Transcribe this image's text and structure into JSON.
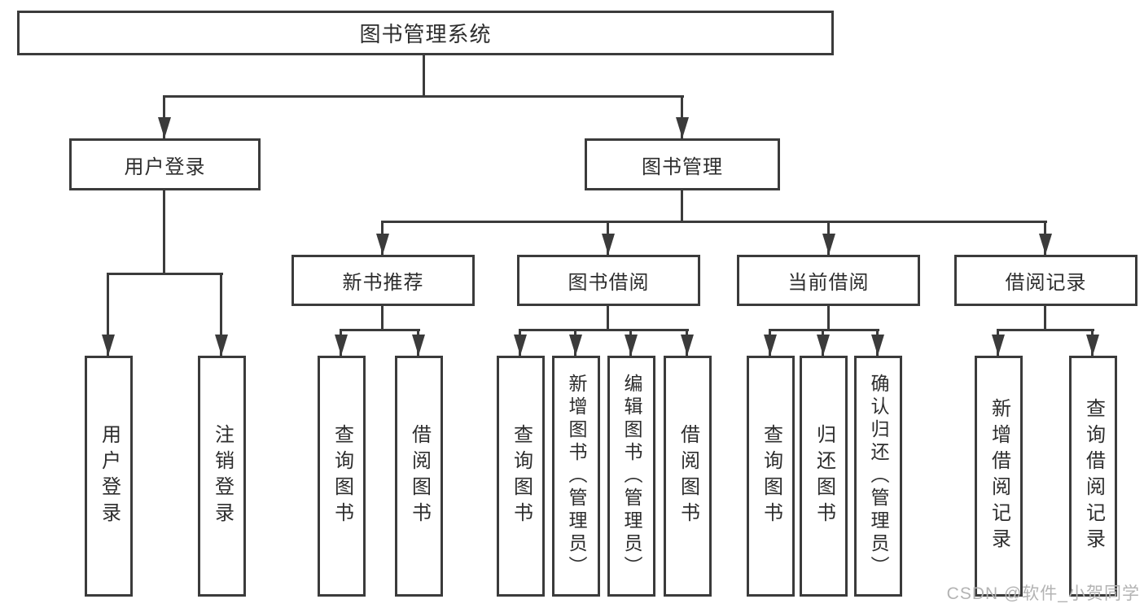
{
  "colors": {
    "line": "#3b3b3b",
    "text": "#2d2d2d",
    "watermark": "#b3b3b3",
    "background": "#ffffff"
  },
  "watermark": {
    "text": "CSDN @软件_小贺同学"
  },
  "diagram": {
    "root": {
      "label": "图书管理系统"
    },
    "user_login": {
      "label": "用户登录",
      "children": {
        "login": {
          "label": "用户登录"
        },
        "logout": {
          "label": "注销登录"
        }
      }
    },
    "book_mgmt": {
      "label": "图书管理",
      "children": {
        "new_book_rec": {
          "label": "新书推荐",
          "children": {
            "query_book": {
              "label": "查询图书"
            },
            "borrow_book": {
              "label": "借阅图书"
            }
          }
        },
        "book_borrow": {
          "label": "图书借阅",
          "children": {
            "query_book": {
              "label": "查询图书"
            },
            "add_book": {
              "label": "新增图书（管理员）"
            },
            "edit_book": {
              "label": "编辑图书（管理员）"
            },
            "borrow_book": {
              "label": "借阅图书"
            }
          }
        },
        "current_borrow": {
          "label": "当前借阅",
          "children": {
            "query_book": {
              "label": "查询图书"
            },
            "return_book": {
              "label": "归还图书"
            },
            "confirm_return": {
              "label": "确认归还（管理员）"
            }
          }
        },
        "borrow_record": {
          "label": "借阅记录",
          "children": {
            "add_record": {
              "label": "新增借阅记录"
            },
            "query_record": {
              "label": "查询借阅记录"
            }
          }
        }
      }
    }
  }
}
